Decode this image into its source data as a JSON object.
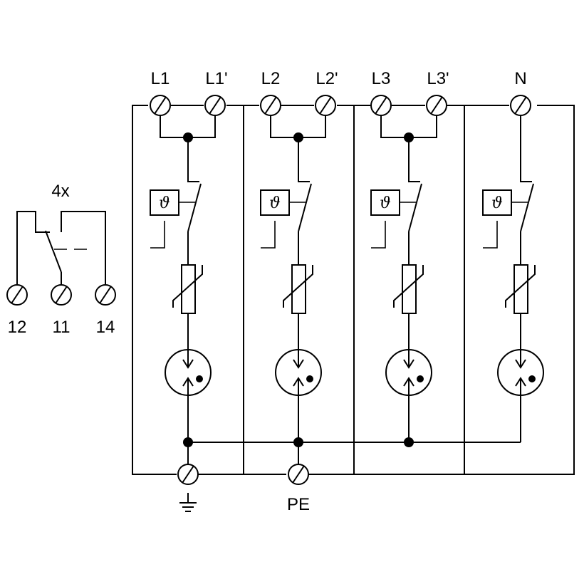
{
  "terminals_top": [
    "L1",
    "L1'",
    "L2",
    "L2'",
    "L3",
    "L3'",
    "N"
  ],
  "relay": {
    "multiplier": "4x",
    "contacts": [
      "12",
      "11",
      "14"
    ]
  },
  "thermal_symbol": "ϑ",
  "terminals_bottom": {
    "earth_label": "",
    "pe_label": "PE"
  }
}
